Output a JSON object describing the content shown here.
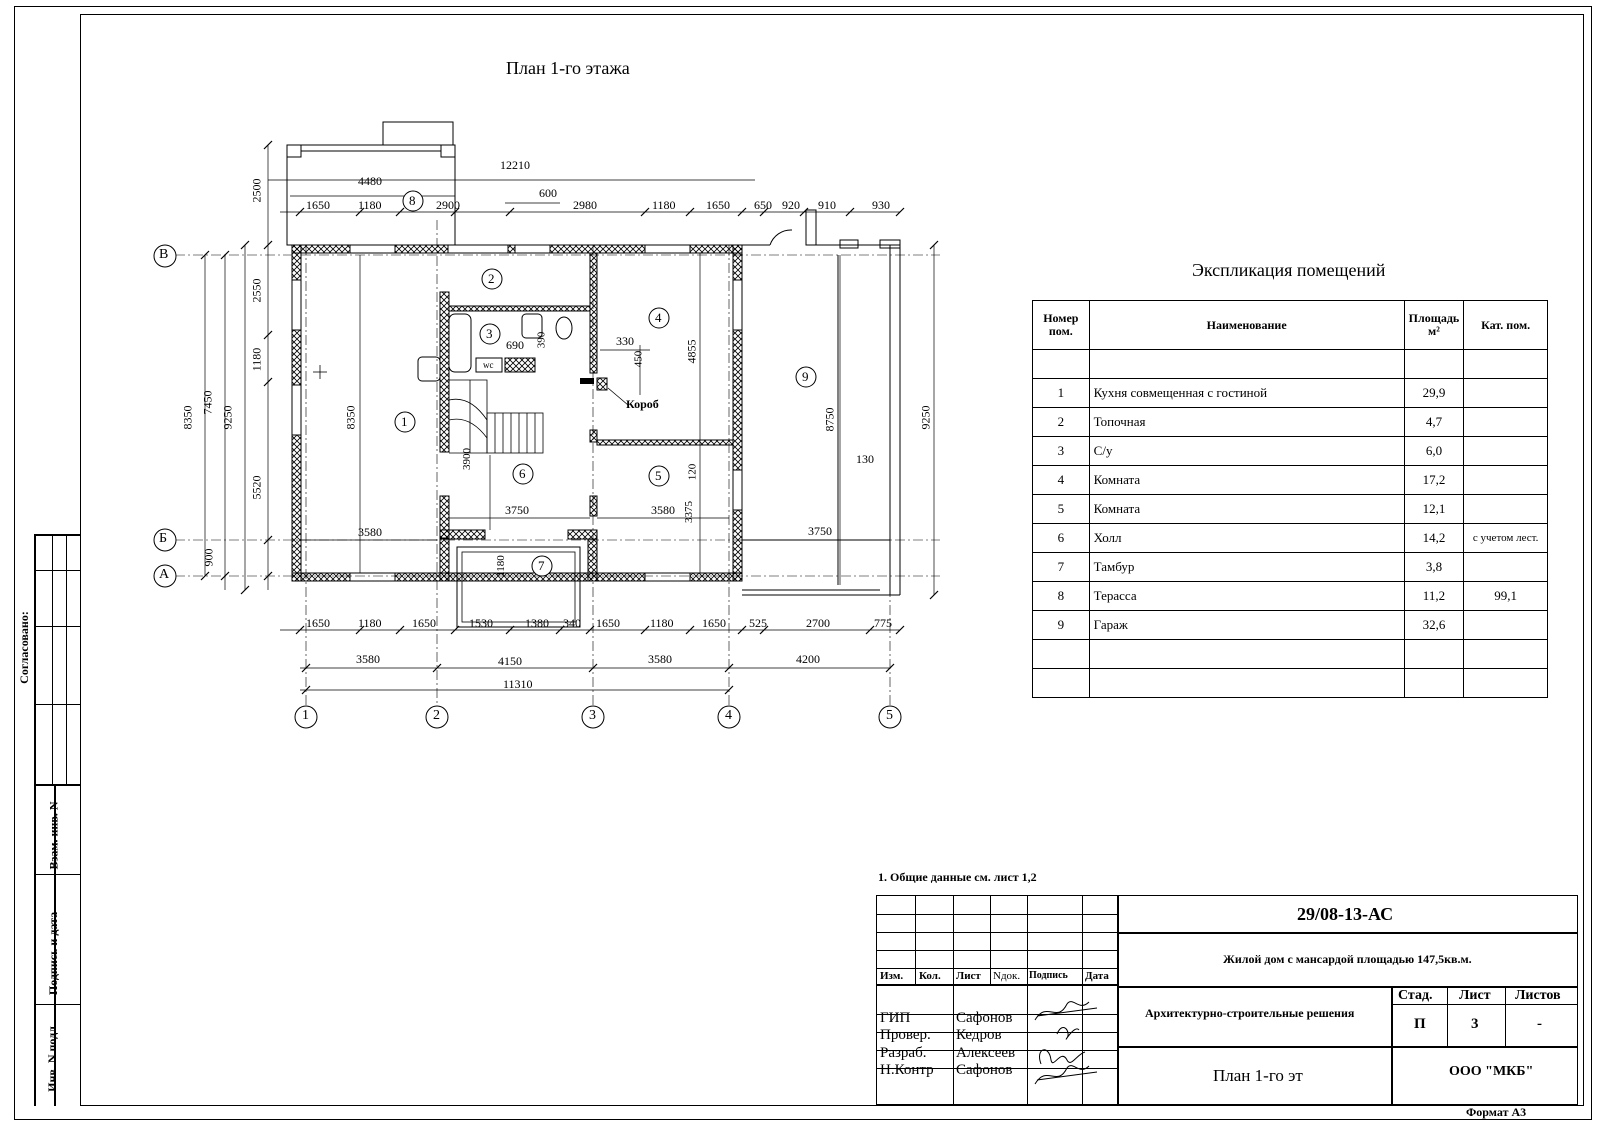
{
  "plan": {
    "title": "План 1-го этажа",
    "axes_letters": [
      "В",
      "Б",
      "А"
    ],
    "axes_numbers": [
      "1",
      "2",
      "3",
      "4",
      "5"
    ],
    "room_marks": [
      "1",
      "2",
      "3",
      "4",
      "5",
      "6",
      "7",
      "8",
      "9"
    ],
    "dims_top": [
      "12210",
      "4480",
      "1650",
      "1180",
      "2900",
      "600",
      "2980",
      "1180",
      "1650",
      "650",
      "920",
      "910",
      "930"
    ],
    "dims_bottom": [
      "1650",
      "1180",
      "1650",
      "1530",
      "1380",
      "340",
      "1650",
      "1180",
      "1650",
      "525",
      "2700",
      "775"
    ],
    "dims_bottom2": [
      "3580",
      "4150",
      "3580",
      "4200"
    ],
    "dims_total": "11310",
    "dims_left": [
      "2500",
      "2550",
      "1180",
      "5520",
      "900",
      "8350",
      "7450",
      "9250"
    ],
    "dims_inner": [
      "8350",
      "3580",
      "690",
      "390",
      "330",
      "450",
      "4855",
      "3900",
      "3750",
      "3580",
      "3375",
      "120",
      "1180",
      "8750",
      "130",
      "3750"
    ],
    "dim_right": "9250",
    "label_korob": "Короб",
    "label_wc": "wc"
  },
  "explication": {
    "title": "Экспликация помещений",
    "headers": {
      "num": "Номер пом.",
      "name": "Наименование",
      "area": "Площадь м²",
      "cat": "Кат. пом."
    },
    "rows": [
      {
        "num": "1",
        "name": "Кухня совмещенная с гостиной",
        "area": "29,9",
        "cat": ""
      },
      {
        "num": "2",
        "name": "Топочная",
        "area": "4,7",
        "cat": ""
      },
      {
        "num": "3",
        "name": "С/у",
        "area": "6,0",
        "cat": ""
      },
      {
        "num": "4",
        "name": "Комната",
        "area": "17,2",
        "cat": ""
      },
      {
        "num": "5",
        "name": "Комната",
        "area": "12,1",
        "cat": ""
      },
      {
        "num": "6",
        "name": "Холл",
        "area": "14,2",
        "cat": "с учетом лест."
      },
      {
        "num": "7",
        "name": "Тамбур",
        "area": "3,8",
        "cat": ""
      },
      {
        "num": "8",
        "name": "Терасса",
        "area": "11,2",
        "cat": "99,1"
      },
      {
        "num": "9",
        "name": "Гараж",
        "area": "32,6",
        "cat": ""
      }
    ]
  },
  "note": "1. Общие данные см. лист 1,2",
  "titleblock": {
    "code": "29/08-13-АС",
    "project": "Жилой дом с мансардой площадью 147,5кв.м.",
    "section": "Архитектурно-строительные решения",
    "sheet_name": "План 1-го эт",
    "company": "ООО \"МКБ\"",
    "col_headers": [
      "Изм.",
      "Кол.",
      "Лист",
      "Nдок.",
      "Подпись",
      "Дата"
    ],
    "stage_headers": [
      "Стад.",
      "Лист",
      "Листов"
    ],
    "stage_values": [
      "П",
      "3",
      "-"
    ],
    "people": [
      {
        "role": "ГИП",
        "name": "Сафонов"
      },
      {
        "role": "Провер.",
        "name": "Кедров"
      },
      {
        "role": "Разраб.",
        "name": "Алексеев"
      },
      {
        "role": "Н.Контр",
        "name": "Сафонов"
      }
    ],
    "format": "Формат А3"
  },
  "side_stamp": {
    "agreed": "Согласовано:",
    "labels": [
      "Взам. инв. N",
      "Подпись и дата",
      "Инв. N подл."
    ]
  }
}
